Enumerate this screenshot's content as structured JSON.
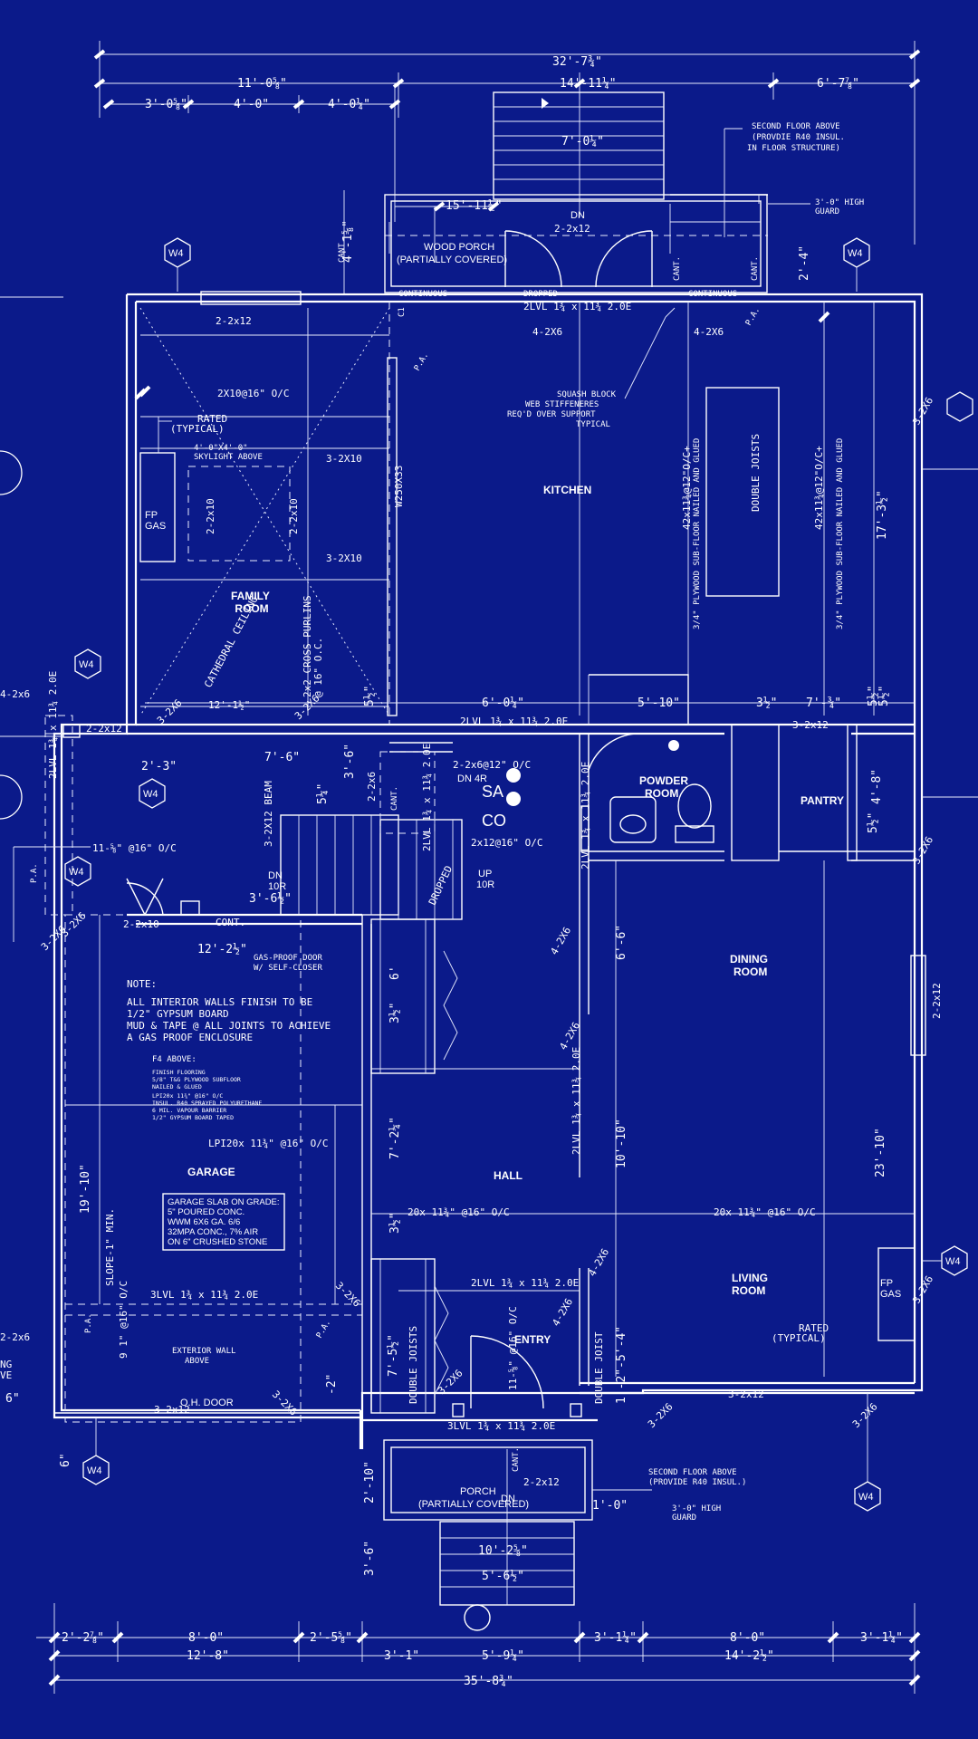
{
  "rooms": {
    "family_room": "FAMILY\nROOM",
    "kitchen": "KITCHEN",
    "garage": "GARAGE",
    "powder_room": "POWDER\nROOM",
    "pantry": "PANTRY",
    "dining_room": "DINING\nROOM",
    "living_room": "LIVING\nROOM",
    "hall": "HALL",
    "entry": "ENTRY",
    "porch": "PORCH\n(PARTIALLY COVERED)",
    "wood_porch": "WOOD PORCH\n(PARTIALLY COVERED)"
  },
  "labels": {
    "fp_gas": "FP\nGAS",
    "sa": "SA",
    "co": "CO",
    "dn_top": "DN",
    "dn_4r": "DN 4R",
    "dn_porch": "DN",
    "up_10r": "UP\n10R",
    "dn_10r": "DN\n10R",
    "oh_door": "O.H. DOOR",
    "cont": "CONT.",
    "cant": "CANT.",
    "pa": "P.A.",
    "c1": "C1",
    "continuous": "CONTINUOUS",
    "dropped": "DROPPED",
    "rated_typical": "RATED\n(TYPICAL)"
  },
  "framing": {
    "b_2x10_16": "2X10@16\" O/C",
    "b_3_2x10": "3-2X10",
    "b_2_2x12": "2-2x12",
    "b_4_2x6": "4-2X6",
    "b_2lvl": "2LVL 1¾ x 11¾ 2.0E",
    "b_3lvl": "3LVL 1¾ x 11¾ 2.0E",
    "b_2x6_12": "2-2x6@12\" O/C",
    "b_2x12_16": "2x12@16\" O/C",
    "b_2x12_3": "3-2X12 BEAM",
    "b_42x11": "42x11¾@12\"O/C+",
    "b_plywood": "3/4\" PLYWOOD SUB-FLOOR NAILED AND GLUED",
    "b_double_joists": "DOUBLE JOISTS",
    "b_double_joist": "DOUBLE JOIST",
    "b_20x11": "20x 11¾\" @16\" O/C",
    "b_lpi": "LPI20x 11¾\" @16\" O/C",
    "b_w250": "W250X33",
    "b_cross_purlins": "2x2 CROSS PURLINS\n@ 16\" O.C.",
    "b_cathedral": "CATHEDRAL CEILING",
    "b_skylight": "4'-0\"X4'-0\"\nSKYLIGHT ABOVE",
    "b_slope": "SLOPE-1\" MIN.",
    "b_3_2x6": "3-2X6",
    "b_3_2x12": "3-2x12",
    "b_2_2x10": "2-2x10",
    "b_11_16": "11-⅝\" @16\" O/C",
    "b_2_2x12_side": "2-2x12"
  },
  "notes": {
    "second_floor_top": "SECOND FLOOR ABOVE\n(PROVDIE R40 INSUL.\nIN FLOOR STRUCTURE)",
    "guard_top": "3'-0\" HIGH\nGUARD",
    "squash_block": "SQUASH BLOCK\nWEB STIFFENERES\nREQ'D OVER SUPPORT\nTYPICAL",
    "gas_proof_door": "GAS-PROOF DOOR\nW/ SELF-CLOSER",
    "note_title": "NOTE:",
    "note_body": "ALL INTERIOR WALLS FINISH TO BE\n1/2\" GYPSUM BOARD\nMUD & TAPE @ ALL JOINTS TO ACHIEVE\nA GAS PROOF ENCLOSURE",
    "f4_title": "F4 ABOVE:",
    "f4_body": "FINISH FLOORING\n5/8\" T&G PLYWOOD SUBFLOOR\nNAILED & GLUED\nLPI20x 11¾\" @16\" O/C\nINSUL. R40 SPRAYED POLYURETHANE\n6 MIL. VAPOUR BARRIER\n1/2\" GYPSUM BOARD TAPED",
    "garage_slab": "GARAGE SLAB ON GRADE:\n5\" POURED CONC.\nWWM 6X6 GA. 6/6\n32MPA CONC., 7% AIR\nON 6\" CRUSHED STONE",
    "exterior_wall": "EXTERIOR WALL\nABOVE",
    "second_floor_bottom": "SECOND FLOOR ABOVE\n(PROVIDE R40 INSUL.)",
    "guard_bottom": "3'-0\" HIGH\nGUARD"
  },
  "dimensions": {
    "overall_top": "32'-7¾\"",
    "top_left": "11'-0⅝\"",
    "top_mid": "14'-11¼\"",
    "top_right": "6'-7⅞\"",
    "t_3_0": "3'-0⅝\"",
    "t_4_0": "4'-0\"",
    "t_4_0q": "4'-0¼\"",
    "stair_top": "7'-0¼\"",
    "porch_top": "15'-11½\"",
    "side_4_1": "4'-1⅝\"",
    "side_2_4": "2'-4\"",
    "side_17_3": "17'-3½\"",
    "fam_12_1": "12'-1½\"",
    "d_5_2": "5½\"",
    "d_6_0": "6'-0¼\"",
    "d_5_10": "5'-10\"",
    "d_3_2": "3½\"",
    "d_7": "7'-¾\"",
    "d_5_2r": "5½\"",
    "d_7_6": "7'-6\"",
    "d_2_3": "2'-3\"",
    "d_3_6": "3'-6\"",
    "d_5_1": "5¼\"",
    "d_4_8": "4'-8\"",
    "d_3_6b": "3'-6½\"",
    "d_12_2": "12'-2½\"",
    "d_6_6": "6'-6\"",
    "d_6": "6'",
    "d_3_half": "3½\"",
    "d_7_2": "7'-2¼\"",
    "d_10_10": "10'-10\"",
    "d_23_10": "23'-10\"",
    "d_19_10": "19'-10\"",
    "d_7_5": "7'-5½\"",
    "d_2_5_4": "1'-2\"-5'-4\"",
    "d_9_1": "9 1\" @16\" O/C",
    "d_2": "-2\"",
    "d_2_10": "2'-10\"",
    "d_3_6c": "3'-6\"",
    "d_1_0": "1'-0\"",
    "d_10_2": "10'-2⅝\"",
    "d_5_6": "5'-6½\"",
    "d_6l": "6\"",
    "d_6l2": "6\"",
    "b1_2_2": "2'-2⅞\"",
    "b1_8_0": "8'-0\"",
    "b1_2_5": "2'-5⅝\"",
    "b1_3_1": "3'-1¼\"",
    "b1_8_0r": "8'-0\"",
    "b1_3_1r": "3'-1¼\"",
    "b2_12_8": "12'-8\"",
    "b2_3_1": "3'-1\"",
    "b2_5_9": "5'-9¼\"",
    "b2_14_2": "14'-2½\"",
    "overall_bottom": "35'-8¾\""
  },
  "tags": [
    "W4",
    "W4",
    "W4",
    "W4",
    "W4",
    "W4",
    "W4",
    "W4"
  ],
  "colors": {
    "background": "#0b1a8a",
    "line": "#ffffff"
  }
}
